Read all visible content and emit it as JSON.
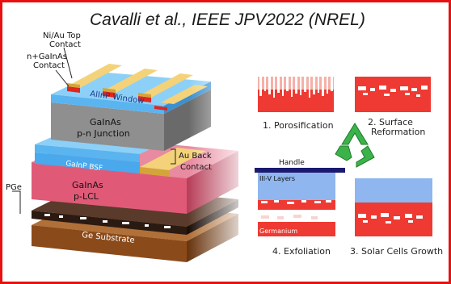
{
  "citation": "Cavalli et al., IEEE JPV2022 (NREL)",
  "device": {
    "top_contact_label": [
      "Ni/Au Top",
      "Contact"
    ],
    "n_contact_label": [
      "n+GaInAs",
      "Contact"
    ],
    "window_label": "AlInP Window",
    "junction_label": [
      "GaInAs",
      "p-n Junction"
    ],
    "bsf_label": "GaInP BSF",
    "back_contact_label": [
      "Au Back",
      "Contact"
    ],
    "lcl_label": [
      "GaInAs",
      "p-LCL"
    ],
    "pge_label": "PGe",
    "substrate_label": "Ge Substrate"
  },
  "process": {
    "step1": "1. Porosification",
    "step2": [
      "2. Surface",
      "Reformation"
    ],
    "step3": "3. Solar Cells Growth",
    "step4": "4. Exfoliation",
    "handle_label": "Handle",
    "iiiv_label": "III-V Layers",
    "germanium_label": "Germanium"
  },
  "colors": {
    "frame": "#e8110f",
    "window": "#5ab4ef",
    "junction": "#8f8f8f",
    "lcl": "#e05a78",
    "substrate": "#8a4a1a",
    "gold": "#e8c15a",
    "contact_red": "#e0261e",
    "porous_red": "#ee3a32",
    "iiiv_blue": "#8fb6ef",
    "handle": "#1a1a6e",
    "arrows": "#3bb34a"
  }
}
